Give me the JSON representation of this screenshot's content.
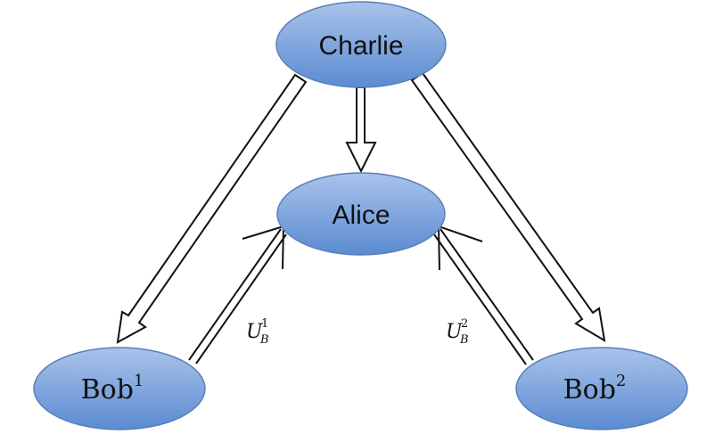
{
  "nodes": {
    "charlie": {
      "label": "Charlie"
    },
    "alice": {
      "label": "Alice"
    },
    "bob1": {
      "label": "Bob",
      "sup": "1"
    },
    "bob2": {
      "label": "Bob",
      "sup": "2"
    }
  },
  "edges": {
    "u1": {
      "base": "U",
      "sup": "1",
      "sub": "B"
    },
    "u2": {
      "base": "U",
      "sup": "2",
      "sub": "B"
    }
  },
  "colors": {
    "node_fill_top": "#a9c3ea",
    "node_fill_bottom": "#5b8bd2",
    "node_stroke": "#5b7fb8",
    "line": "#111111"
  }
}
